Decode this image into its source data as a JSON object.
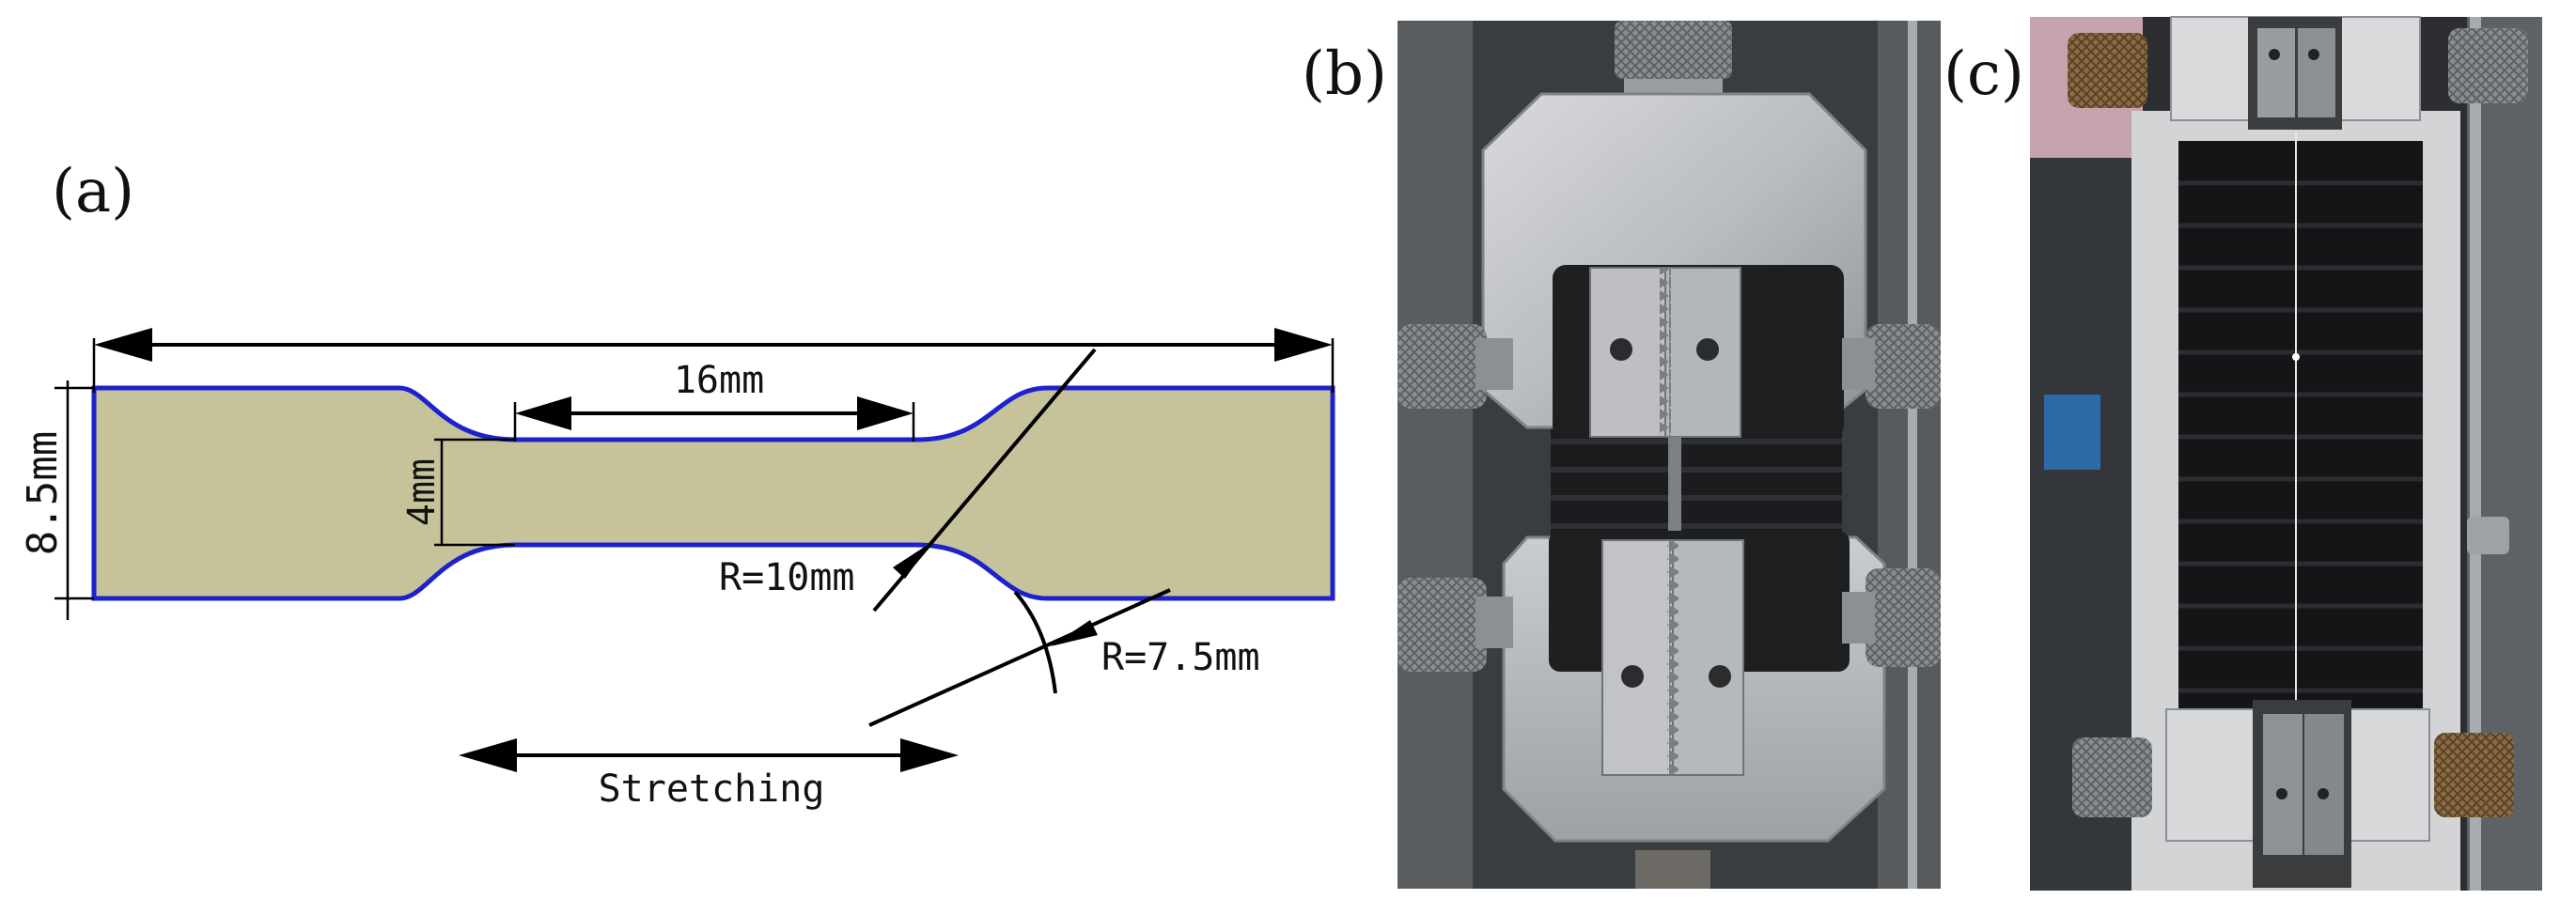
{
  "panels": [
    {
      "label": "(a)"
    },
    {
      "label": "(b)"
    },
    {
      "label": "(c)"
    }
  ],
  "specimen": {
    "fill_color": "#c6c39b",
    "outline_color": "#1e22cc",
    "dim_total_width": "8.5mm",
    "dim_gauge_length": "16mm",
    "dim_gauge_width": "4mm",
    "dim_inner_radius": "R=10mm",
    "dim_outer_radius": "R=7.5mm",
    "direction_label": "Stretching"
  }
}
